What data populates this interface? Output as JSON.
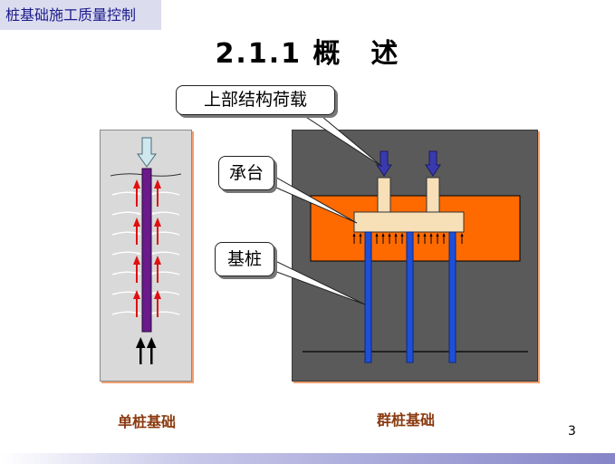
{
  "header": {
    "tag": "桩基础施工质量控制"
  },
  "title": "2.1.1 概　述",
  "callouts": {
    "load": "上部结构荷载",
    "cap": "承台",
    "pile": "基桩"
  },
  "captions": {
    "single": "单桩基础",
    "group": "群桩基础"
  },
  "page_number": "3",
  "colors": {
    "pile_purple": "#6a1a8a",
    "pile_blue": "#1f4fd8",
    "soil_orange": "#ff6a00",
    "panel_dark": "#5a5a5a",
    "arrow_red": "#e01010",
    "caption_brown": "#8b3a10"
  }
}
